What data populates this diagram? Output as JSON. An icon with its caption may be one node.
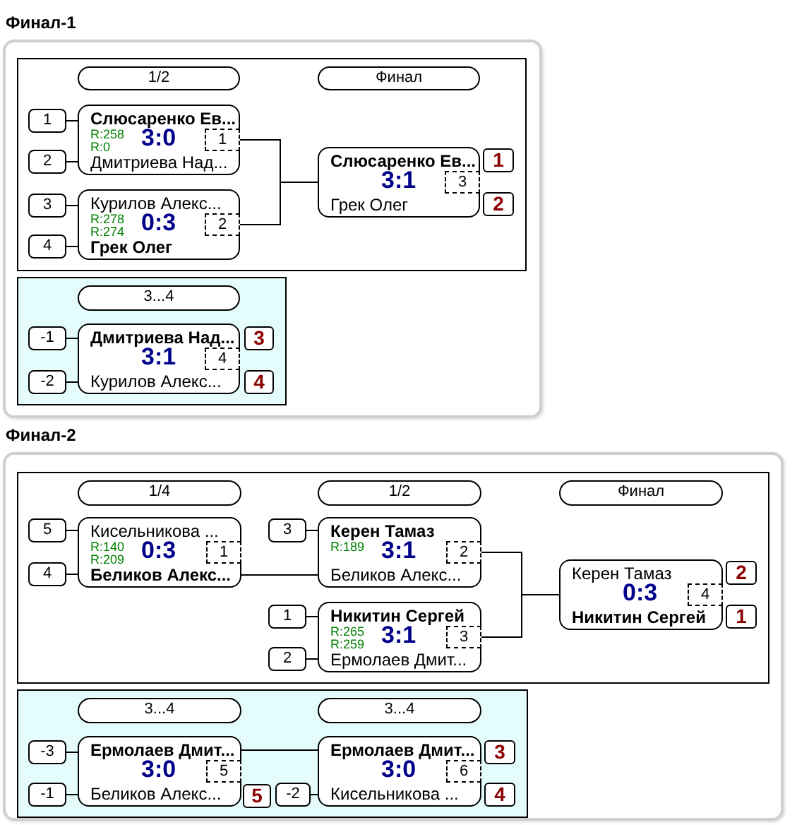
{
  "diagram": {
    "nodes": [
      {
        "text": [
          "Финал-1"
        ]
      },
      {
        "text": [],
        "shape": "box",
        "in": 0
      },
      {
        "text": [
          "1/2"
        ],
        "in": 1
      },
      {
        "text": [
          "Финал"
        ],
        "in": 1
      },
      {
        "text": [
          "1"
        ],
        "in": 1
      },
      {
        "text": [
          "2"
        ],
        "in": 1
      },
      {
        "text": [
          "Слюсаренко Ев...",
          "R:258",
          "R:0",
          "3:0",
          "Дмитриева Над..."
        ],
        "in": 1
      },
      {
        "text": [
          "1"
        ],
        "in": 6
      },
      {
        "text": [
          "3"
        ],
        "in": 1
      },
      {
        "text": [
          "4"
        ],
        "in": 1
      },
      {
        "text": [
          "Курилов Алекс...",
          "R:278",
          "R:274",
          "0:3",
          "Грек Олег"
        ],
        "in": 1
      },
      {
        "text": [
          "2"
        ],
        "in": 10
      },
      {
        "text": [
          "Слюсаренко Ев...",
          "3:1",
          "Грек Олег"
        ],
        "in": 1
      },
      {
        "text": [
          "3"
        ],
        "in": 12
      },
      {
        "text": [
          "1"
        ],
        "in": 1
      },
      {
        "text": [
          "2"
        ],
        "in": 1
      },
      {
        "text": [],
        "shape": "box",
        "in": 0
      },
      {
        "text": [
          "3...4"
        ],
        "in": 16
      },
      {
        "text": [
          "-1"
        ],
        "in": 16
      },
      {
        "text": [
          "-2"
        ],
        "in": 16
      },
      {
        "text": [
          "Дмитриева Над...",
          "3:1",
          "Курилов Алекс..."
        ],
        "in": 16
      },
      {
        "text": [
          "4"
        ],
        "in": 20
      },
      {
        "text": [
          "3"
        ],
        "in": 16
      },
      {
        "text": [
          "4"
        ],
        "in": 16
      },
      {
        "text": [
          "Финал-2"
        ]
      },
      {
        "text": [],
        "shape": "box",
        "in": 24
      },
      {
        "text": [
          "1/4"
        ],
        "in": 25
      },
      {
        "text": [
          "1/2"
        ],
        "in": 25
      },
      {
        "text": [
          "Финал"
        ],
        "in": 25
      },
      {
        "text": [
          "5"
        ],
        "in": 25
      },
      {
        "text": [
          "4"
        ],
        "in": 25
      },
      {
        "text": [
          "Кисельникова ...",
          "R:140",
          "R:209",
          "0:3",
          "Беликов Алекс..."
        ],
        "in": 25
      },
      {
        "text": [
          "1"
        ],
        "in": 31
      },
      {
        "text": [
          "3"
        ],
        "in": 25
      },
      {
        "text": [
          "Керен Тамаз",
          "R:189",
          "3:1",
          "Беликов Алекс..."
        ],
        "in": 25
      },
      {
        "text": [
          "2"
        ],
        "in": 34
      },
      {
        "text": [
          "1"
        ],
        "in": 25
      },
      {
        "text": [
          "2"
        ],
        "in": 25
      },
      {
        "text": [
          "Никитин Сергей",
          "R:265",
          "R:259",
          "3:1",
          "Ермолаев Дмит..."
        ],
        "in": 25
      },
      {
        "text": [
          "3"
        ],
        "in": 38
      },
      {
        "text": [
          "Керен Тамаз",
          "0:3",
          "Никитин Сергей"
        ],
        "in": 25
      },
      {
        "text": [
          "4"
        ],
        "in": 40
      },
      {
        "text": [
          "2"
        ],
        "in": 25
      },
      {
        "text": [
          "1"
        ],
        "in": 25
      },
      {
        "text": [],
        "shape": "box",
        "in": 24
      },
      {
        "text": [
          "3...4"
        ],
        "in": 44
      },
      {
        "text": [
          "3...4"
        ],
        "in": 44
      },
      {
        "text": [
          "-3"
        ],
        "in": 44
      },
      {
        "text": [
          "-1"
        ],
        "in": 44
      },
      {
        "text": [
          "Ермолаев Дмит...",
          "3:0",
          "Беликов Алекс..."
        ],
        "in": 44
      },
      {
        "text": [
          "5"
        ],
        "in": 49
      },
      {
        "text": [
          "5"
        ],
        "in": 44
      },
      {
        "text": [
          "-2"
        ],
        "in": 44
      },
      {
        "text": [
          "Ермолаев Дмит...",
          "3:0",
          "Кисельникова ..."
        ],
        "in": 44
      },
      {
        "text": [
          "6"
        ],
        "in": 53
      },
      {
        "text": [
          "3"
        ],
        "in": 44
      },
      {
        "text": [
          "4"
        ],
        "in": 44
      }
    ],
    "edges": [
      {
        "from": 4,
        "to": 6,
        "arrow": "none"
      },
      {
        "from": 5,
        "to": 6,
        "arrow": "none"
      },
      {
        "from": 8,
        "to": 10,
        "arrow": "none"
      },
      {
        "from": 9,
        "to": 10,
        "arrow": "none"
      },
      {
        "from": 6,
        "to": 12,
        "arrow": "none"
      },
      {
        "from": 10,
        "to": 12,
        "arrow": "none"
      },
      {
        "from": 18,
        "to": 20,
        "arrow": "none"
      },
      {
        "from": 19,
        "to": 20,
        "arrow": "none"
      },
      {
        "from": 29,
        "to": 31,
        "arrow": "none"
      },
      {
        "from": 30,
        "to": 31,
        "arrow": "none"
      },
      {
        "from": 31,
        "to": 34,
        "arrow": "none"
      },
      {
        "from": 33,
        "to": 34,
        "arrow": "none"
      },
      {
        "from": 36,
        "to": 38,
        "arrow": "none"
      },
      {
        "from": 37,
        "to": 38,
        "arrow": "none"
      },
      {
        "from": 34,
        "to": 40,
        "arrow": "none"
      },
      {
        "from": 38,
        "to": 40,
        "arrow": "none"
      },
      {
        "from": 47,
        "to": 49,
        "arrow": "none"
      },
      {
        "from": 48,
        "to": 49,
        "arrow": "none"
      },
      {
        "from": 49,
        "to": 53,
        "arrow": "none"
      },
      {
        "from": 52,
        "to": 53,
        "arrow": "none"
      }
    ]
  }
}
